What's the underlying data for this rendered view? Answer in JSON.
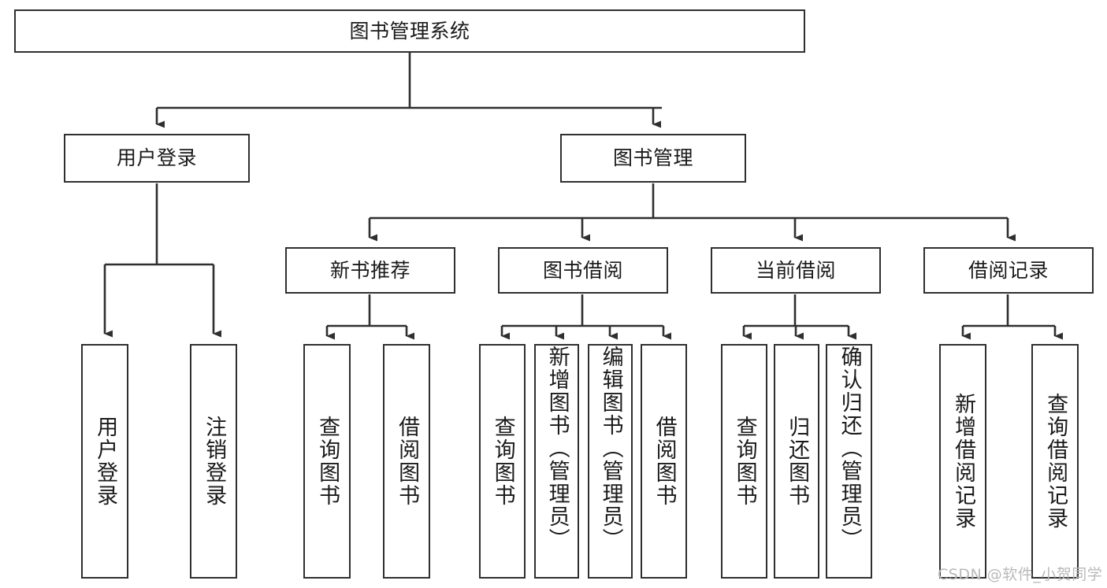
{
  "diagram": {
    "type": "tree-hierarchy",
    "title": "图书管理系统",
    "watermark": "CSDN @软件_小贺同学",
    "colors": {
      "stroke": "#2f2f2f",
      "fill": "#ffffff",
      "text": "#1a1a1a",
      "watermark": "#b9b9b9"
    }
  },
  "nodes": {
    "root": {
      "label": "图书管理系统"
    },
    "level2": [
      {
        "id": "user-login",
        "label": "用户登录"
      },
      {
        "id": "book-manage",
        "label": "图书管理"
      }
    ],
    "level3": [
      {
        "id": "new-book-recommend",
        "label": "新书推荐"
      },
      {
        "id": "book-borrow",
        "label": "图书借阅"
      },
      {
        "id": "current-borrow",
        "label": "当前借阅"
      },
      {
        "id": "borrow-record",
        "label": "借阅记录"
      }
    ],
    "leaves": {
      "user_login": [
        {
          "id": "leaf-user-login",
          "label": "用户登录"
        },
        {
          "id": "leaf-logout-login",
          "label": "注销登录"
        }
      ],
      "new_book_recommend": [
        {
          "id": "leaf-query-book-1",
          "label": "查询图书"
        },
        {
          "id": "leaf-borrow-book-1",
          "label": "借阅图书"
        }
      ],
      "book_borrow": [
        {
          "id": "leaf-query-book-2",
          "label": "查询图书"
        },
        {
          "id": "leaf-add-book",
          "label": "新增图书（管理员）"
        },
        {
          "id": "leaf-edit-book",
          "label": "编辑图书（管理员）"
        },
        {
          "id": "leaf-borrow-book-2",
          "label": "借阅图书"
        }
      ],
      "current_borrow": [
        {
          "id": "leaf-query-book-3",
          "label": "查询图书"
        },
        {
          "id": "leaf-return-book",
          "label": "归还图书"
        },
        {
          "id": "leaf-confirm-return",
          "label": "确认归还（管理员）"
        }
      ],
      "borrow_record": [
        {
          "id": "leaf-add-record",
          "label": "新增借阅记录"
        },
        {
          "id": "leaf-query-record",
          "label": "查询借阅记录"
        }
      ]
    }
  }
}
